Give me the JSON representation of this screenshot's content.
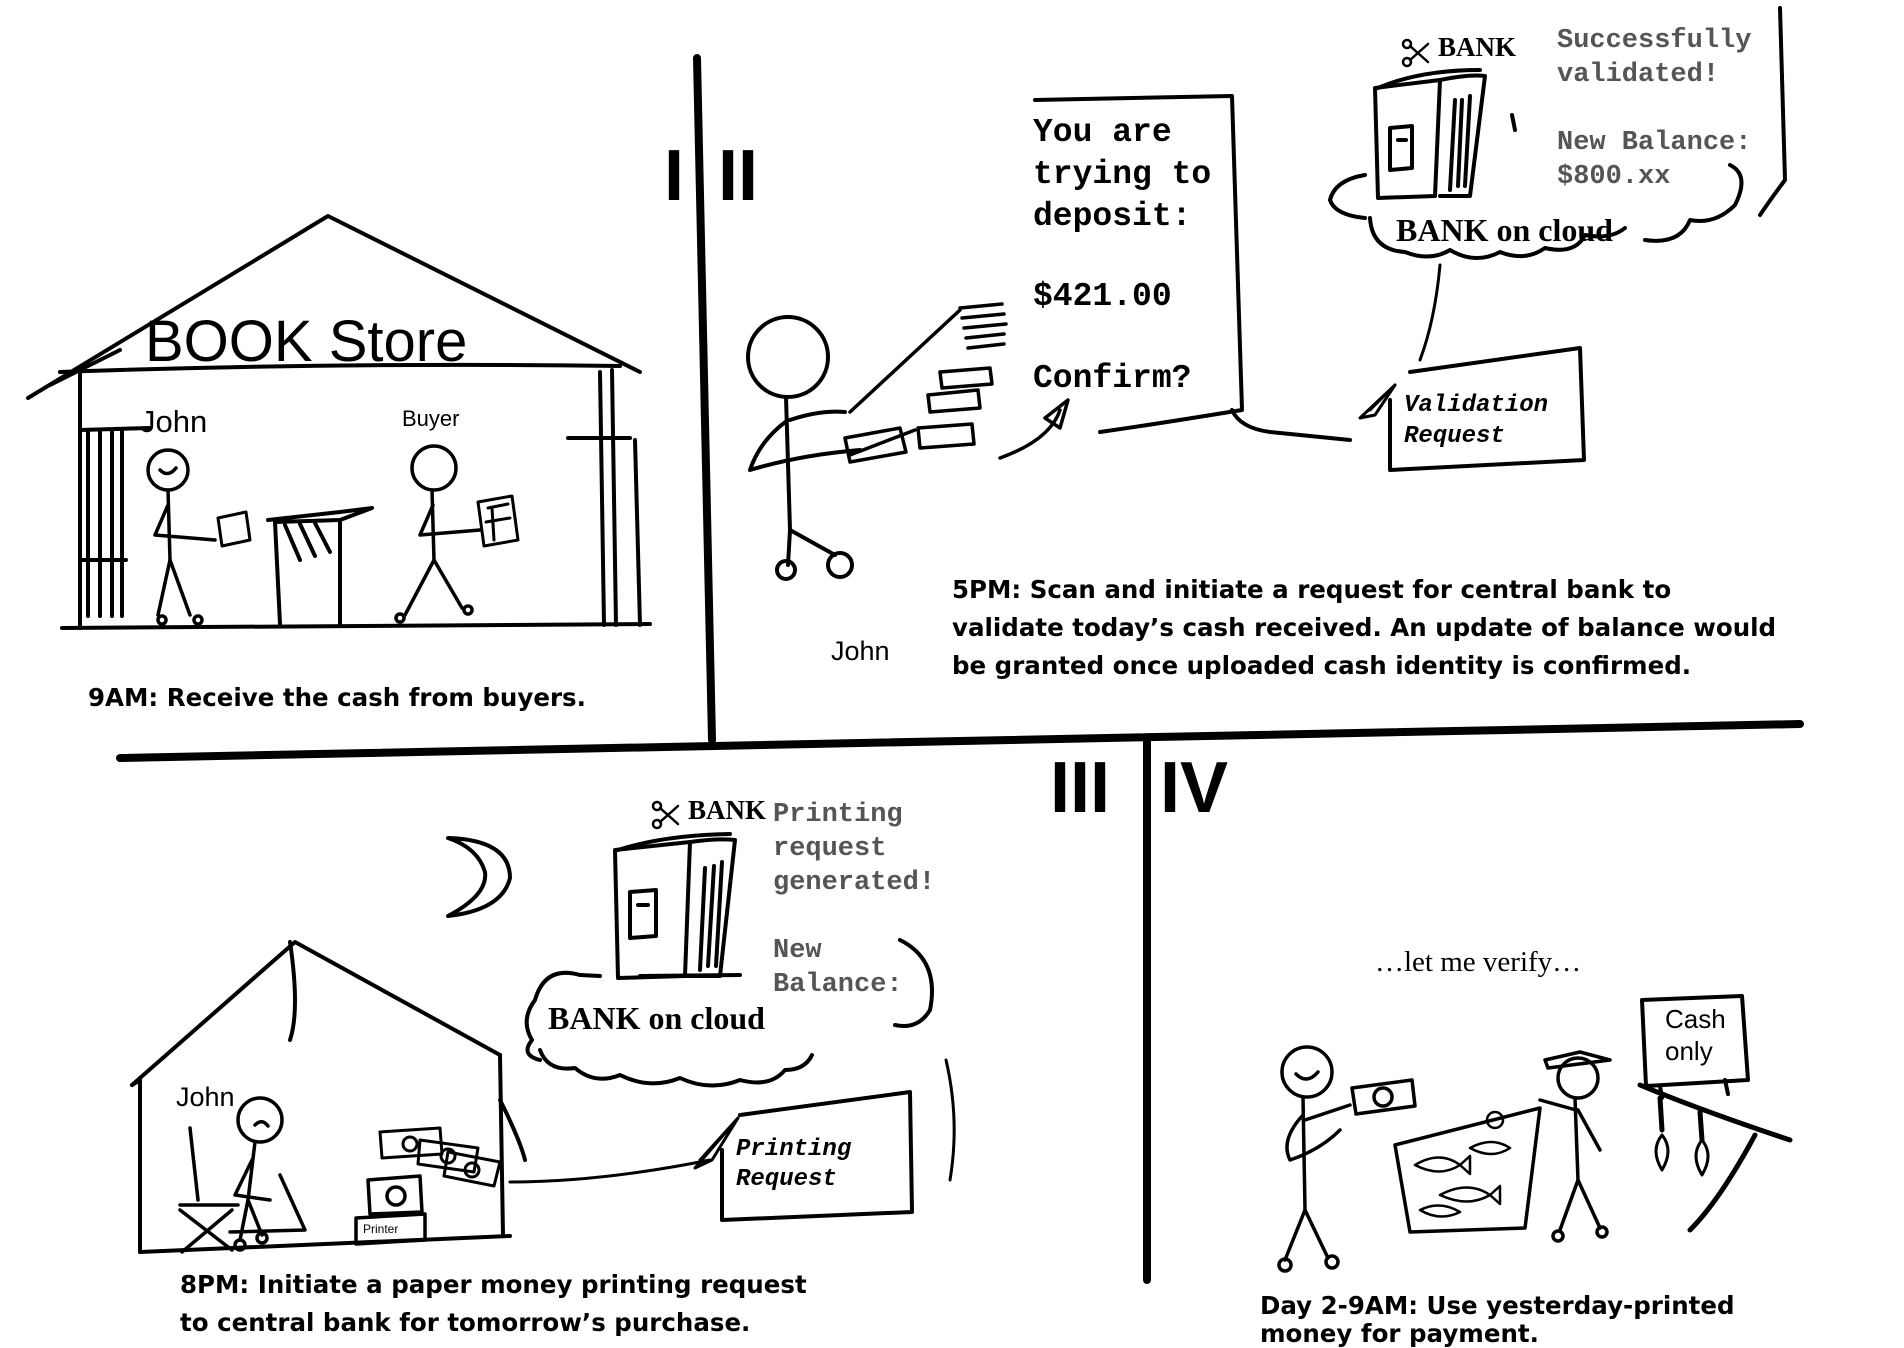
{
  "panel_numbers": {
    "p1": "I",
    "p2": "II",
    "p3": "III",
    "p4": "IV"
  },
  "panel1": {
    "store_sign": "BOOK Store",
    "seller_label": "John",
    "buyer_label": "Buyer",
    "caption": "9AM: Receive the cash from buyers."
  },
  "panel2": {
    "screen_lines": [
      "You are",
      "trying to",
      "deposit:"
    ],
    "amount": "$421.00",
    "confirm": "Confirm?",
    "bank_brand": "BANK",
    "bank_msg_lines": [
      "Successfully",
      "validated!"
    ],
    "balance_lines": [
      "New Balance:",
      "$800.xx"
    ],
    "cloud_label": "BANK on cloud",
    "request_lines": [
      "Validation",
      "Request"
    ],
    "person_label": "John",
    "caption_lines": [
      "5PM: Scan and initiate a request for central bank to",
      "validate today’s cash received. An update of balance would",
      "be granted once uploaded cash identity is confirmed."
    ]
  },
  "panel3": {
    "bank_brand": "BANK",
    "msg_lines": [
      "Printing",
      "request",
      "generated!"
    ],
    "balance_lines": [
      "New",
      "Balance:"
    ],
    "cloud_label": "BANK on cloud",
    "person_label": "John",
    "printer_label": "Printer",
    "request_lines": [
      "Printing",
      "Request"
    ],
    "caption_lines": [
      "8PM: Initiate a paper money printing request",
      "to central bank for tomorrow’s purchase."
    ]
  },
  "panel4": {
    "thought": "…let me verify…",
    "sign_lines": [
      "Cash",
      "only"
    ],
    "caption_lines": [
      "Day 2-9AM: Use yesterday-printed",
      "money for payment."
    ]
  },
  "icons": [
    "store-icon",
    "stick-figure-icon",
    "atm-icon",
    "cloud-icon",
    "paper-plane-icon",
    "moon-icon",
    "laptop-icon",
    "printer-icon",
    "banknote-icon",
    "fish-icon",
    "scissors-logo-icon"
  ]
}
